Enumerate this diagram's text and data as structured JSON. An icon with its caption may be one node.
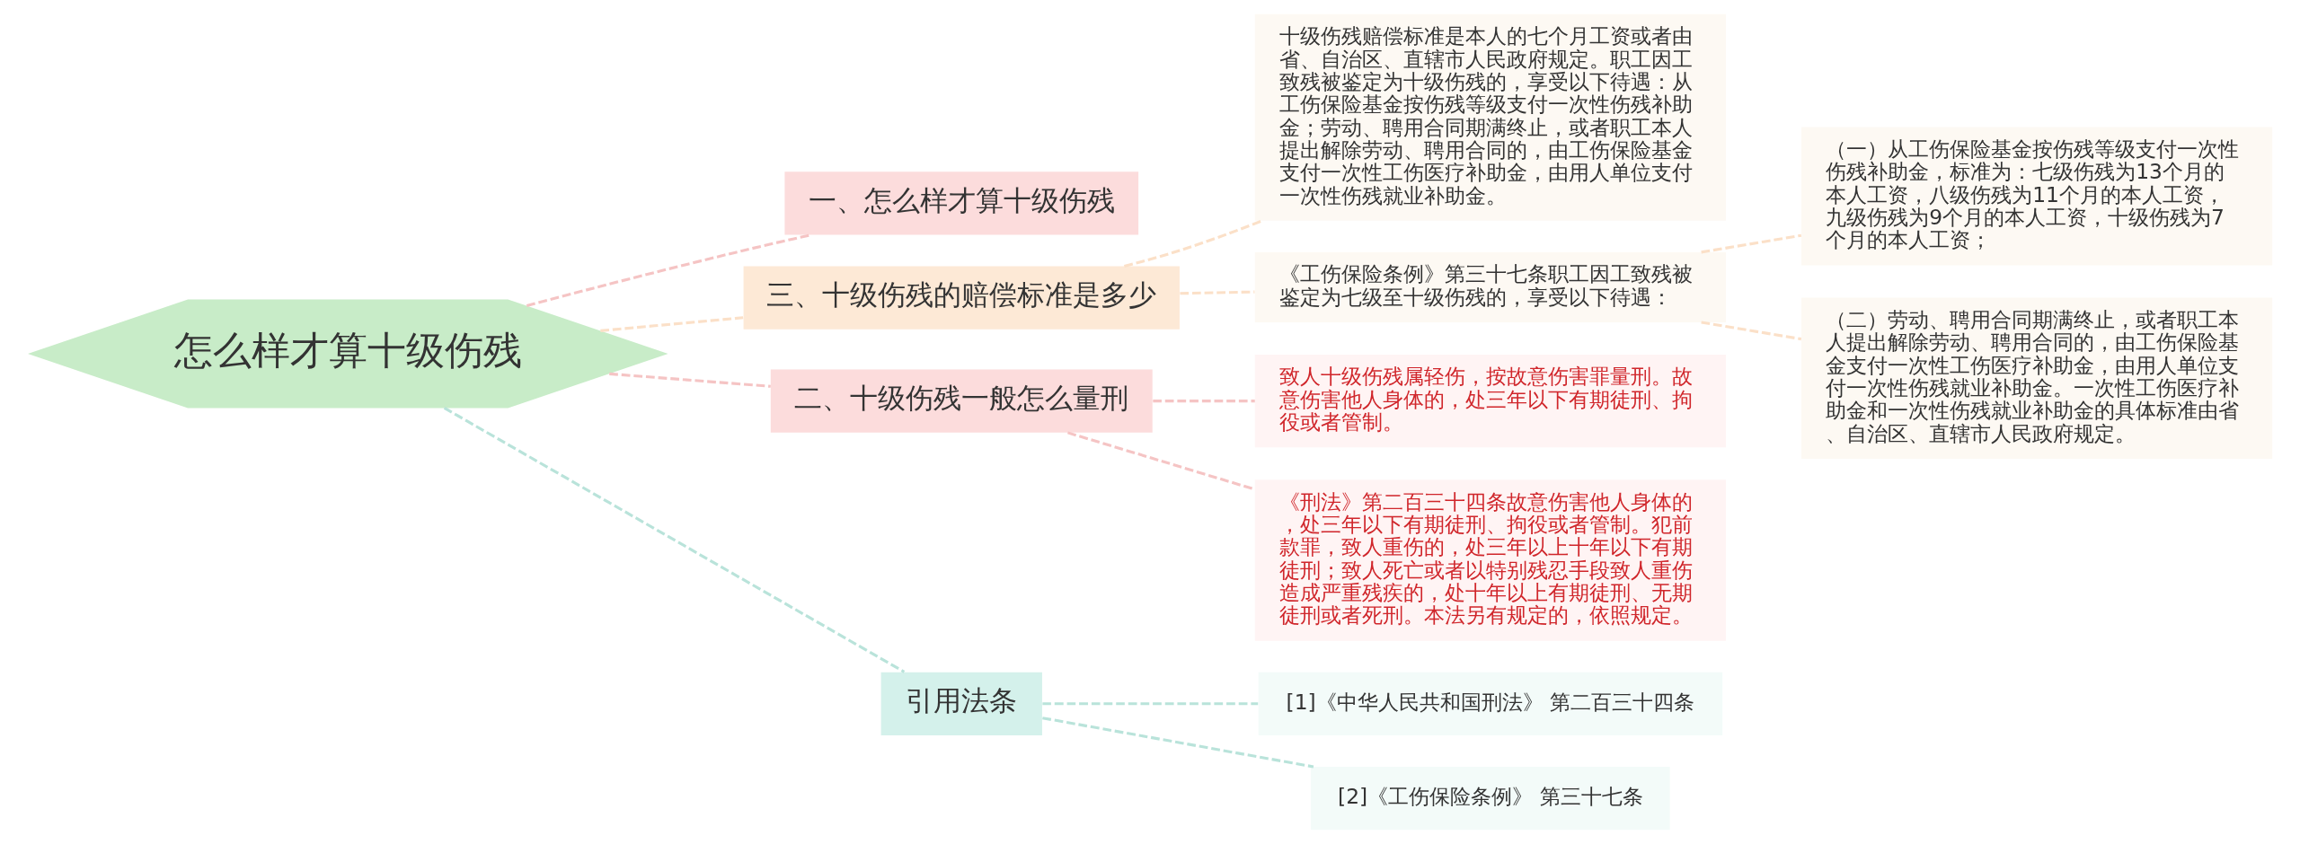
{
  "diagram": {
    "nodes": [
      {
        "text": [
          "怎么样才算十级伤残"
        ]
      },
      {
        "text": [
          "一、怎么样才算十级伤残"
        ]
      },
      {
        "text": [
          "三、十级伤残的赔偿标准是多少"
        ]
      },
      {
        "text": [
          "十级伤残赔偿标准是本人的七个月工资或者由省、自治区、直辖市人民政府规定。职工因工致残被鉴定为十级伤残的，享受以下待遇：从工伤保险基金按伤残等级支付一次性伤残补助金；劳动、聘用合同期满终止，或者职工本人提出解除劳动、聘用合同的，由工伤保险基金支付一次性工伤医疗补助金，由用人单位支付一次性伤残就业补助金。"
        ]
      },
      {
        "text": [
          "《工伤保险条例》第三十七条职工因工致残被鉴定为七级至十级伤残的，享受以下待遇："
        ]
      },
      {
        "text": [
          "（一）从工伤保险基金按伤残等级支付一次性伤残补助金，标准为：七级伤残为13个月的本人工资，八级伤残为11个月的本人工资，九级伤残为9个月的本人工资，十级伤残为7个月的本人工资；"
        ]
      },
      {
        "text": [
          "（二）劳动、聘用合同期满终止，或者职工本人提出解除劳动、聘用合同的，由工伤保险基金支付一次性工伤医疗补助金，由用人单位支付一次性伤残就业补助金。一次性工伤医疗补助金和一次性伤残就业补助金的具体标准由省、自治区、直辖市人民政府规定。"
        ]
      },
      {
        "text": [
          "二、十级伤残一般怎么量刑"
        ]
      },
      {
        "text": [
          "致人十级伤残属轻伤，按故意伤害罪量刑。故意伤害他人身体的，处三年以下有期徒刑、拘役或者管制。"
        ]
      },
      {
        "text": [
          "《刑法》第二百三十四条故意伤害他人身体的，处三年以下有期徒刑、拘役或者管制。犯前款罪，致人重伤的，处三年以上十年以下有期徒刑；致人死亡或者以特别残忍手段致人重伤造成严重残疾的，处十年以上有期徒刑、无期徒刑或者死刑。本法另有规定的，依照规定。"
        ]
      },
      {
        "text": [
          "引用法条"
        ]
      },
      {
        "text": [
          "[1]《中华人民共和国刑法》 第二百三十四条"
        ]
      },
      {
        "text": [
          "[2]《工伤保险条例》 第三十七条"
        ]
      }
    ],
    "edges": [
      {
        "from": 0,
        "to": 1,
        "arrow": "none",
        "style": "dashed",
        "color": "#f5c4c4"
      },
      {
        "from": 0,
        "to": 2,
        "arrow": "none",
        "style": "dashed"
      },
      {
        "from": 2,
        "to": 3,
        "arrow": "none",
        "style": "dashed"
      },
      {
        "from": 2,
        "to": 4,
        "arrow": "none",
        "style": "dashed"
      },
      {
        "from": 4,
        "to": 5,
        "arrow": "none",
        "style": "dashed"
      },
      {
        "from": 4,
        "to": 6,
        "arrow": "none",
        "style": "dashed"
      },
      {
        "from": 0,
        "to": 7,
        "arrow": "none",
        "style": "dashed",
        "color": "#f5c4c4"
      },
      {
        "from": 7,
        "to": 8,
        "arrow": "none",
        "style": "dashed",
        "color": "#f5c4c4"
      },
      {
        "from": 7,
        "to": 9,
        "arrow": "none",
        "style": "dashed",
        "color": "#f5c4c4"
      },
      {
        "from": 0,
        "to": 10,
        "arrow": "none",
        "style": "dashed",
        "color": "#b9e3da"
      },
      {
        "from": 10,
        "to": 11,
        "arrow": "none",
        "style": "dashed",
        "color": "#b9e3da"
      },
      {
        "from": 10,
        "to": 12,
        "arrow": "none",
        "style": "dashed",
        "color": "#b9e3da"
      }
    ]
  }
}
